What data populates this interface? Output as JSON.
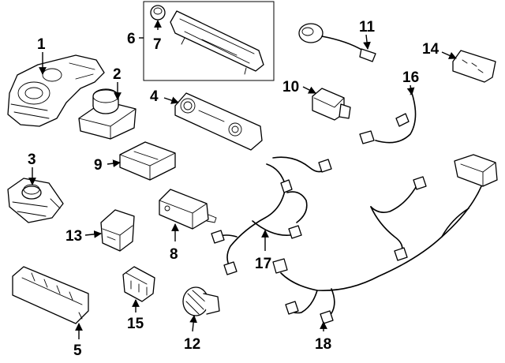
{
  "callouts": {
    "c1": "1",
    "c2": "2",
    "c3": "3",
    "c4": "4",
    "c5": "5",
    "c6": "6",
    "c7": "7",
    "c8": "8",
    "c9": "9",
    "c10": "10",
    "c11": "11",
    "c12": "12",
    "c13": "13",
    "c14": "14",
    "c15": "15",
    "c16": "16",
    "c17": "17",
    "c18": "18"
  },
  "colors": {
    "line": "#000000",
    "background": "#ffffff",
    "shade": "#d9d9d9"
  }
}
